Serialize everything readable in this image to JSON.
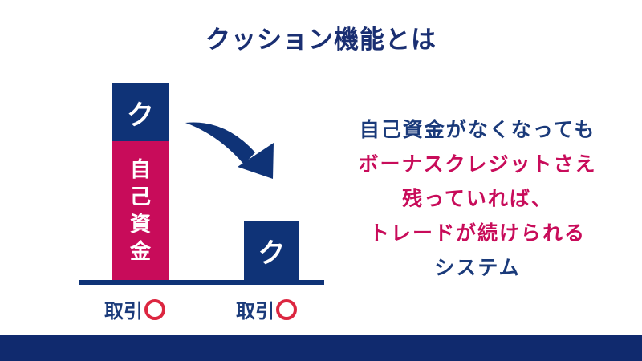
{
  "title": "クッション機能とは",
  "diagram": {
    "left_bar": {
      "top_label": "ク",
      "bottom_label_chars": [
        "自",
        "己",
        "資",
        "金"
      ]
    },
    "right_box": {
      "label": "ク"
    },
    "labels": {
      "left": "取引",
      "right": "取引",
      "status_symbol": "circle"
    },
    "colors": {
      "navy": "#0f3377",
      "pink": "#c80c5a",
      "circle_red": "#dc2640",
      "footer": "#102a6e"
    }
  },
  "description": {
    "lines": [
      {
        "text": "自己資金がなくなっても",
        "color": "navy"
      },
      {
        "text": "ボーナスクレジットさえ",
        "color": "pink"
      },
      {
        "text": "残っていれば、",
        "color": "pink"
      },
      {
        "text": "トレードが続けられる",
        "color": "pink"
      },
      {
        "text": "システム",
        "color": "navy"
      }
    ]
  }
}
